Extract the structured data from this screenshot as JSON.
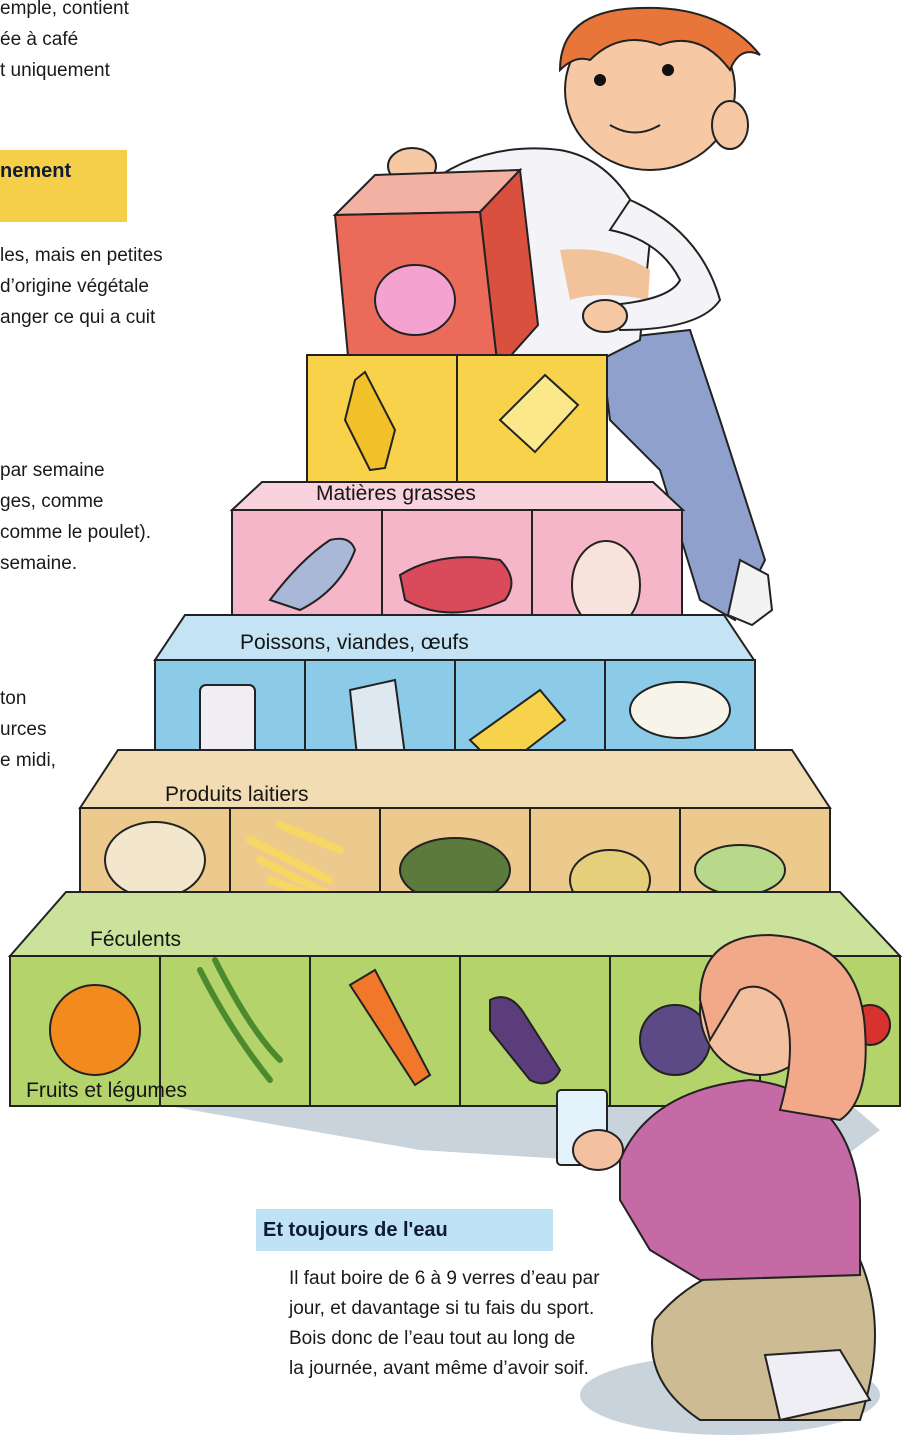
{
  "intro_text": {
    "line1": "emple, contient",
    "line2": "ée à café",
    "line3": "t uniquement"
  },
  "heading_top": "nement",
  "paragraph_fats": {
    "line1": "les, mais en petites",
    "line2": "d’origine végétale",
    "line3": "anger ce qui a cuit"
  },
  "paragraph_proteins": {
    "line1": "par semaine",
    "line2": "ges, comme",
    "line3": "comme le poulet).",
    "line4": "semaine."
  },
  "paragraph_dairy": {
    "line1": "ton",
    "line2": "urces",
    "line3": "e midi,"
  },
  "pyramid_labels": {
    "fats": "Matières grasses",
    "proteins": "Poissons, viandes, œufs",
    "dairy": "Produits laitiers",
    "starches": "Féculents",
    "fruits_veg": "Fruits et légumes"
  },
  "water_section": {
    "title": "Et toujours de l'eau",
    "line1": "Il faut boire de 6 à 9 verres d’eau par",
    "line2": "jour, et davantage si tu fais du sport.",
    "line3": "Bois donc de l’eau tout au long de",
    "line4": "la journée, avant même d’avoir soif."
  },
  "colors": {
    "fats_block": "#f7d24a",
    "proteins_block": "#f4b6c8",
    "dairy_block": "#8ccbe8",
    "starches_block": "#ecc98c",
    "fruits_veg_block": "#b5d36b",
    "highlight_yellow": "#f6cf48",
    "highlight_blue": "#bfe3f4"
  }
}
